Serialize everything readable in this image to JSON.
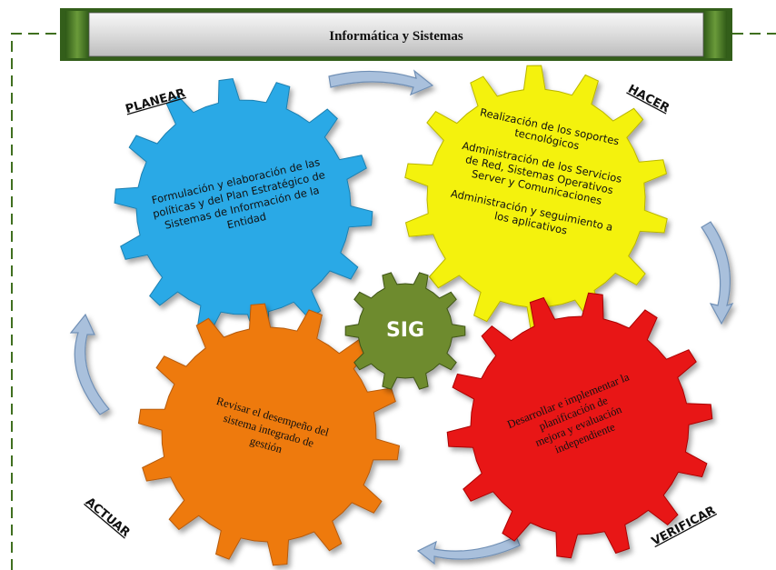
{
  "banner": {
    "title": "Informática  y Sistemas"
  },
  "center": {
    "label": "SIG",
    "color": "#6e8b2f"
  },
  "phases": {
    "planear": "PLANEAR",
    "hacer": "HACER",
    "verificar": "VERIFICAR",
    "actuar": "ACTUAR"
  },
  "gears": {
    "planear": {
      "color": "#2aa9e6",
      "lines": [
        "Formulación y elaboración de las",
        "políticas y del Plan Estratégico de",
        "Sistemas de Información de la",
        "Entidad"
      ]
    },
    "hacer": {
      "color": "#f4f20d",
      "lines": [
        "Realización de los soportes",
        "tecnológicos",
        "Administración de los Servicios",
        "de Red, Sistemas Operativos",
        "Server y Comunicaciones",
        "Administración y seguimiento a",
        "los aplicativos"
      ]
    },
    "verificar": {
      "color": "#e81717",
      "lines": [
        "Desarrollar e implementar la",
        "planificación de",
        "mejora y evaluación",
        "independiente"
      ]
    },
    "actuar": {
      "color": "#ee7a10",
      "lines": [
        "Revisar el desempeño del",
        "sistema integrado de",
        "gestión"
      ]
    }
  },
  "colors": {
    "frame": "#3f6f1f",
    "arrow": "#a9c0dc",
    "arrow_stroke": "#6f8fb5"
  }
}
